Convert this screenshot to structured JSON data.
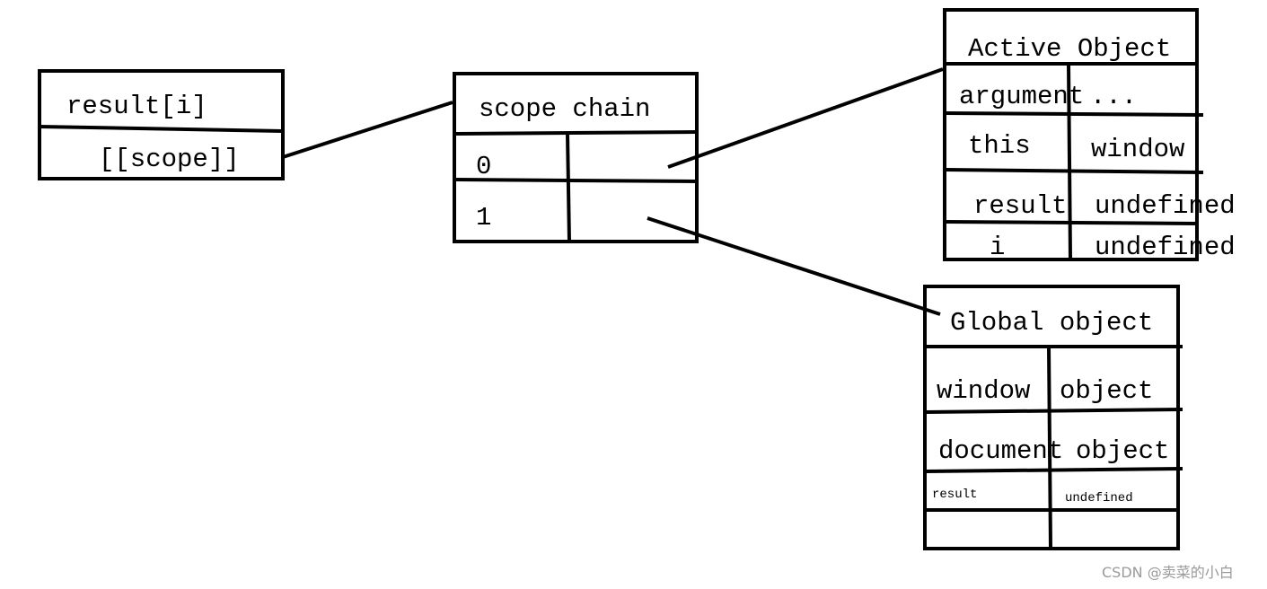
{
  "result_box": {
    "title": "result[i]",
    "scope": "[[scope]]"
  },
  "scope_chain": {
    "title": "scope chain",
    "rows": [
      "0",
      "1"
    ]
  },
  "active_object": {
    "title": "Active Object",
    "rows": [
      {
        "key": "argument",
        "value": "..."
      },
      {
        "key": "this",
        "value": "window"
      },
      {
        "key": "result",
        "value": "undefined"
      },
      {
        "key": "i",
        "value": "undefined"
      }
    ]
  },
  "global_object": {
    "title": "Global object",
    "rows": [
      {
        "key": "window",
        "value": "object"
      },
      {
        "key": "document",
        "value": "object"
      },
      {
        "key": "result",
        "value": "undefined"
      },
      {
        "key": "",
        "value": ""
      }
    ]
  },
  "watermark": "CSDN @卖菜的小白"
}
